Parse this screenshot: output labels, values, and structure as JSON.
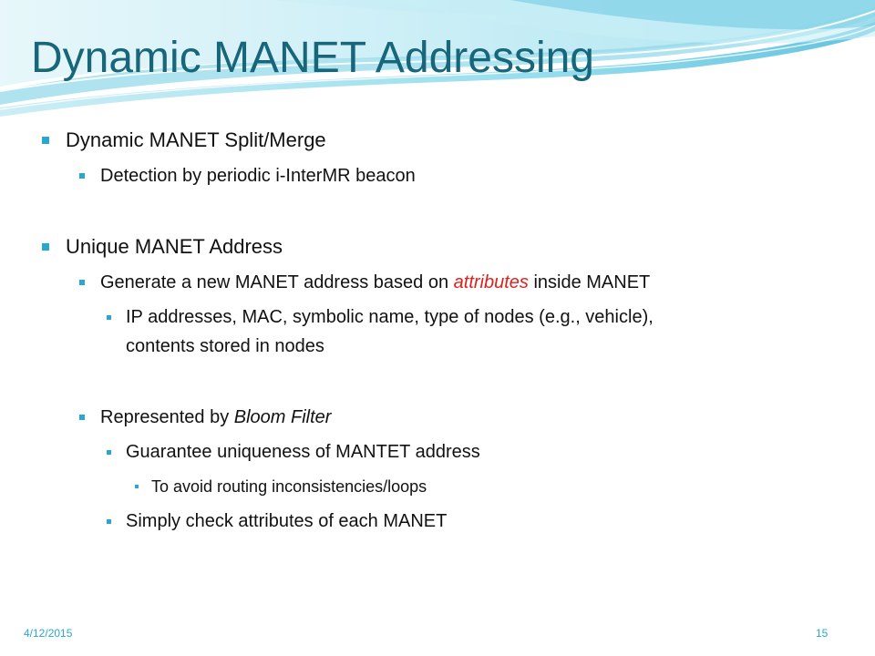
{
  "slide": {
    "title": "Dynamic MANET Addressing",
    "bullets": {
      "b1": "Dynamic MANET Split/Merge",
      "b1a": "Detection by periodic i-InterMR beacon",
      "b2": "Unique MANET Address",
      "b2a_pre": "Generate a new MANET address based on ",
      "b2a_em": "attributes",
      "b2a_post": " inside MANET",
      "b2a1_line1": "IP addresses, MAC, symbolic name, type of nodes (e.g., vehicle),",
      "b2a1_line2": "contents stored in nodes",
      "b2b_pre": "Represented by ",
      "b2b_em": "Bloom Filter",
      "b2b1": "Guarantee uniqueness of MANTET address",
      "b2b1a": "To avoid routing inconsistencies/loops",
      "b2b2": "Simply check attributes of each MANET"
    },
    "footer": {
      "date": "4/12/2015",
      "page": "15"
    }
  },
  "colors": {
    "title": "#17667a",
    "bullet": "#2aa7cf",
    "emphasis": "#e0201a",
    "footer": "#2aa7cf"
  }
}
